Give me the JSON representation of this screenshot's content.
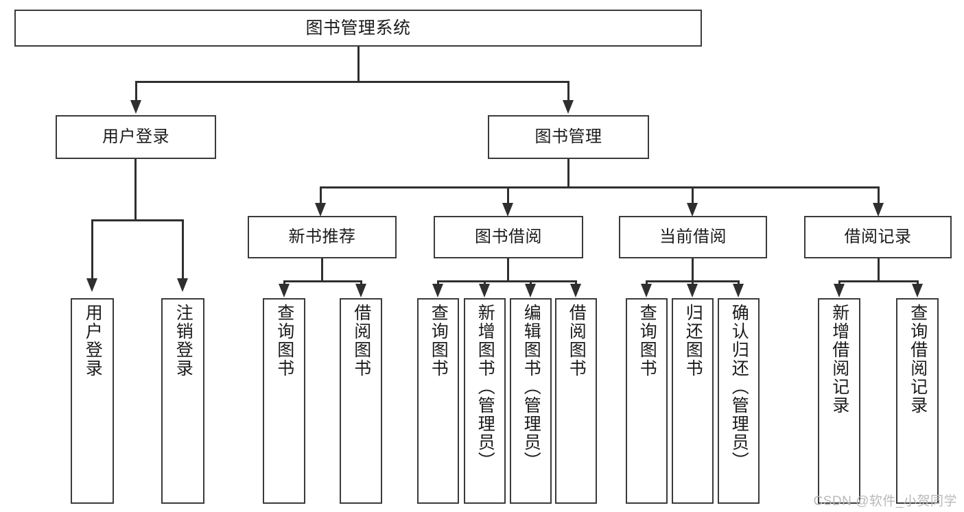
{
  "diagram": {
    "type": "functional-decomposition-tree",
    "title": "图书管理系统",
    "watermark": "CSDN @软件_小贺同学",
    "colors": {
      "box_border": "#3a3a3a",
      "connector": "#2f2f2f",
      "background": "#ffffff",
      "text": "#1b1b1b",
      "watermark": "#b9b9b9"
    },
    "root": {
      "label": "图书管理系统",
      "level": 1
    },
    "level2": [
      {
        "label": "用户登录"
      },
      {
        "label": "图书管理"
      }
    ],
    "level3": [
      {
        "label": "新书推荐",
        "parent": "图书管理"
      },
      {
        "label": "图书借阅",
        "parent": "图书管理"
      },
      {
        "label": "当前借阅",
        "parent": "图书管理"
      },
      {
        "label": "借阅记录",
        "parent": "图书管理"
      }
    ],
    "leaves": [
      {
        "label": "用户登录",
        "parent": "用户登录"
      },
      {
        "label": "注销登录",
        "parent": "用户登录"
      },
      {
        "label": "查询图书",
        "parent": "新书推荐"
      },
      {
        "label": "借阅图书",
        "parent": "新书推荐"
      },
      {
        "label": "查询图书",
        "parent": "图书借阅"
      },
      {
        "label": "新增图书（管理员）",
        "parent": "图书借阅"
      },
      {
        "label": "编辑图书（管理员）",
        "parent": "图书借阅"
      },
      {
        "label": "借阅图书",
        "parent": "图书借阅"
      },
      {
        "label": "查询图书",
        "parent": "当前借阅"
      },
      {
        "label": "归还图书",
        "parent": "当前借阅"
      },
      {
        "label": "确认归还（管理员）",
        "parent": "当前借阅"
      },
      {
        "label": "新增借阅记录",
        "parent": "借阅记录"
      },
      {
        "label": "查询借阅记录",
        "parent": "借阅记录"
      }
    ]
  }
}
